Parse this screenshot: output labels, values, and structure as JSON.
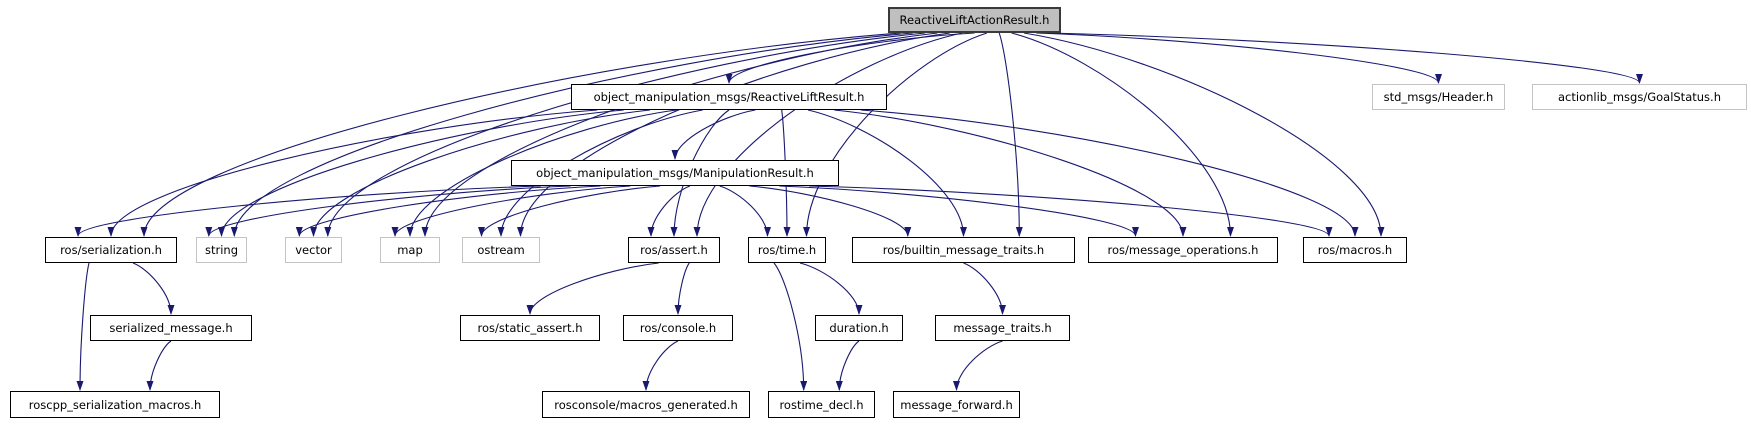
{
  "diagram": {
    "kind": "include-dependency-graph",
    "root_label": "ReactiveLiftActionResult.h",
    "colors": {
      "edge": "#191970",
      "node_fill": "#ffffff",
      "node_border": "#000000",
      "external_border": "#c4c4c4",
      "root_fill": "#bfbfbf",
      "background": "#ffffff"
    },
    "nodes": [
      {
        "id": "ReactiveLiftActionResult.h",
        "label": "ReactiveLiftActionResult.h",
        "kind": "root"
      },
      {
        "id": "object_manipulation_msgs/ReactiveLiftResult.h",
        "label": "object_manipulation_msgs/ReactiveLiftResult.h",
        "kind": "internal"
      },
      {
        "id": "std_msgs/Header.h",
        "label": "std_msgs/Header.h",
        "kind": "external"
      },
      {
        "id": "actionlib_msgs/GoalStatus.h",
        "label": "actionlib_msgs/GoalStatus.h",
        "kind": "external"
      },
      {
        "id": "object_manipulation_msgs/ManipulationResult.h",
        "label": "object_manipulation_msgs/ManipulationResult.h",
        "kind": "internal"
      },
      {
        "id": "ros/serialization.h",
        "label": "ros/serialization.h",
        "kind": "internal"
      },
      {
        "id": "string",
        "label": "string",
        "kind": "external"
      },
      {
        "id": "vector",
        "label": "vector",
        "kind": "external"
      },
      {
        "id": "map",
        "label": "map",
        "kind": "external"
      },
      {
        "id": "ostream",
        "label": "ostream",
        "kind": "external"
      },
      {
        "id": "ros/assert.h",
        "label": "ros/assert.h",
        "kind": "internal"
      },
      {
        "id": "ros/time.h",
        "label": "ros/time.h",
        "kind": "internal"
      },
      {
        "id": "ros/builtin_message_traits.h",
        "label": "ros/builtin_message_traits.h",
        "kind": "internal"
      },
      {
        "id": "ros/message_operations.h",
        "label": "ros/message_operations.h",
        "kind": "internal"
      },
      {
        "id": "ros/macros.h",
        "label": "ros/macros.h",
        "kind": "internal"
      },
      {
        "id": "serialized_message.h",
        "label": "serialized_message.h",
        "kind": "internal"
      },
      {
        "id": "ros/static_assert.h",
        "label": "ros/static_assert.h",
        "kind": "internal"
      },
      {
        "id": "ros/console.h",
        "label": "ros/console.h",
        "kind": "internal"
      },
      {
        "id": "duration.h",
        "label": "duration.h",
        "kind": "internal"
      },
      {
        "id": "message_traits.h",
        "label": "message_traits.h",
        "kind": "internal"
      },
      {
        "id": "roscpp_serialization_macros.h",
        "label": "roscpp_serialization_macros.h",
        "kind": "internal"
      },
      {
        "id": "rosconsole/macros_generated.h",
        "label": "rosconsole/macros_generated.h",
        "kind": "internal"
      },
      {
        "id": "rostime_decl.h",
        "label": "rostime_decl.h",
        "kind": "internal"
      },
      {
        "id": "message_forward.h",
        "label": "message_forward.h",
        "kind": "internal"
      }
    ],
    "edges": [
      {
        "from": "ReactiveLiftActionResult.h",
        "to": "object_manipulation_msgs/ReactiveLiftResult.h"
      },
      {
        "from": "ReactiveLiftActionResult.h",
        "to": "std_msgs/Header.h"
      },
      {
        "from": "ReactiveLiftActionResult.h",
        "to": "actionlib_msgs/GoalStatus.h"
      },
      {
        "from": "ReactiveLiftActionResult.h",
        "to": "ros/serialization.h"
      },
      {
        "from": "ReactiveLiftActionResult.h",
        "to": "string"
      },
      {
        "from": "ReactiveLiftActionResult.h",
        "to": "vector"
      },
      {
        "from": "ReactiveLiftActionResult.h",
        "to": "map"
      },
      {
        "from": "ReactiveLiftActionResult.h",
        "to": "ostream"
      },
      {
        "from": "ReactiveLiftActionResult.h",
        "to": "ros/assert.h"
      },
      {
        "from": "ReactiveLiftActionResult.h",
        "to": "ros/time.h"
      },
      {
        "from": "ReactiveLiftActionResult.h",
        "to": "ros/builtin_message_traits.h"
      },
      {
        "from": "ReactiveLiftActionResult.h",
        "to": "ros/message_operations.h"
      },
      {
        "from": "ReactiveLiftActionResult.h",
        "to": "ros/macros.h"
      },
      {
        "from": "object_manipulation_msgs/ReactiveLiftResult.h",
        "to": "object_manipulation_msgs/ManipulationResult.h"
      },
      {
        "from": "object_manipulation_msgs/ReactiveLiftResult.h",
        "to": "ros/serialization.h"
      },
      {
        "from": "object_manipulation_msgs/ReactiveLiftResult.h",
        "to": "string"
      },
      {
        "from": "object_manipulation_msgs/ReactiveLiftResult.h",
        "to": "vector"
      },
      {
        "from": "object_manipulation_msgs/ReactiveLiftResult.h",
        "to": "map"
      },
      {
        "from": "object_manipulation_msgs/ReactiveLiftResult.h",
        "to": "ostream"
      },
      {
        "from": "object_manipulation_msgs/ReactiveLiftResult.h",
        "to": "ros/assert.h"
      },
      {
        "from": "object_manipulation_msgs/ReactiveLiftResult.h",
        "to": "ros/time.h"
      },
      {
        "from": "object_manipulation_msgs/ReactiveLiftResult.h",
        "to": "ros/builtin_message_traits.h"
      },
      {
        "from": "object_manipulation_msgs/ReactiveLiftResult.h",
        "to": "ros/message_operations.h"
      },
      {
        "from": "object_manipulation_msgs/ReactiveLiftResult.h",
        "to": "ros/macros.h"
      },
      {
        "from": "object_manipulation_msgs/ManipulationResult.h",
        "to": "ros/serialization.h"
      },
      {
        "from": "object_manipulation_msgs/ManipulationResult.h",
        "to": "string"
      },
      {
        "from": "object_manipulation_msgs/ManipulationResult.h",
        "to": "vector"
      },
      {
        "from": "object_manipulation_msgs/ManipulationResult.h",
        "to": "map"
      },
      {
        "from": "object_manipulation_msgs/ManipulationResult.h",
        "to": "ostream"
      },
      {
        "from": "object_manipulation_msgs/ManipulationResult.h",
        "to": "ros/assert.h"
      },
      {
        "from": "object_manipulation_msgs/ManipulationResult.h",
        "to": "ros/time.h"
      },
      {
        "from": "object_manipulation_msgs/ManipulationResult.h",
        "to": "ros/builtin_message_traits.h"
      },
      {
        "from": "object_manipulation_msgs/ManipulationResult.h",
        "to": "ros/message_operations.h"
      },
      {
        "from": "object_manipulation_msgs/ManipulationResult.h",
        "to": "ros/macros.h"
      },
      {
        "from": "ros/serialization.h",
        "to": "serialized_message.h"
      },
      {
        "from": "ros/serialization.h",
        "to": "roscpp_serialization_macros.h"
      },
      {
        "from": "serialized_message.h",
        "to": "roscpp_serialization_macros.h"
      },
      {
        "from": "ros/assert.h",
        "to": "ros/static_assert.h"
      },
      {
        "from": "ros/assert.h",
        "to": "ros/console.h"
      },
      {
        "from": "ros/console.h",
        "to": "rosconsole/macros_generated.h"
      },
      {
        "from": "ros/time.h",
        "to": "duration.h"
      },
      {
        "from": "ros/time.h",
        "to": "rostime_decl.h"
      },
      {
        "from": "duration.h",
        "to": "rostime_decl.h"
      },
      {
        "from": "ros/builtin_message_traits.h",
        "to": "message_traits.h"
      },
      {
        "from": "message_traits.h",
        "to": "message_forward.h"
      }
    ]
  }
}
